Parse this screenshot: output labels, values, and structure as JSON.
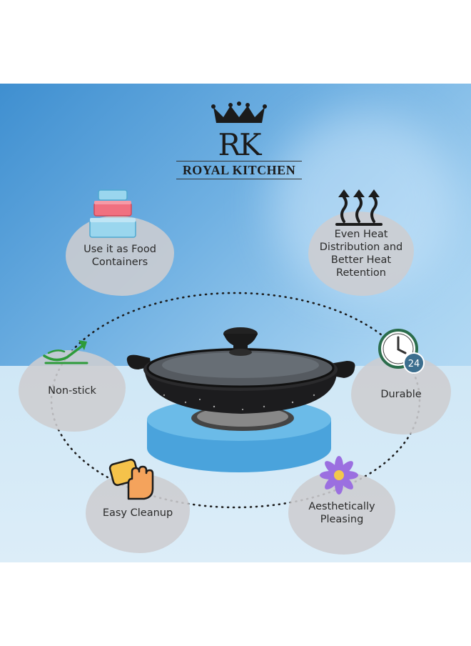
{
  "brand": {
    "monogram": "RK",
    "name": "ROYAL KITCHEN"
  },
  "features": [
    {
      "label": "Use it as Food\nContainers",
      "icon": "food-containers-icon"
    },
    {
      "label": "Even Heat\nDistribution and\nBetter Heat\nRetention",
      "icon": "heat-arrows-icon"
    },
    {
      "label": "Non-stick",
      "icon": "non-stick-icon"
    },
    {
      "label": "Durable",
      "icon": "clock-24-icon"
    },
    {
      "label": "Easy Cleanup",
      "icon": "cleaning-hand-icon"
    },
    {
      "label": "Aesthetically\nPleasing",
      "icon": "flower-icon"
    }
  ],
  "colors": {
    "background_top": "#3f8fd0",
    "background_light": "#c6e3f6",
    "bubble": "#cdcdd0",
    "pan": "#1c1c1e",
    "stand": "#5aaee0",
    "accent_green": "#2e9b3a",
    "accent_purple": "#9b6fe0"
  }
}
